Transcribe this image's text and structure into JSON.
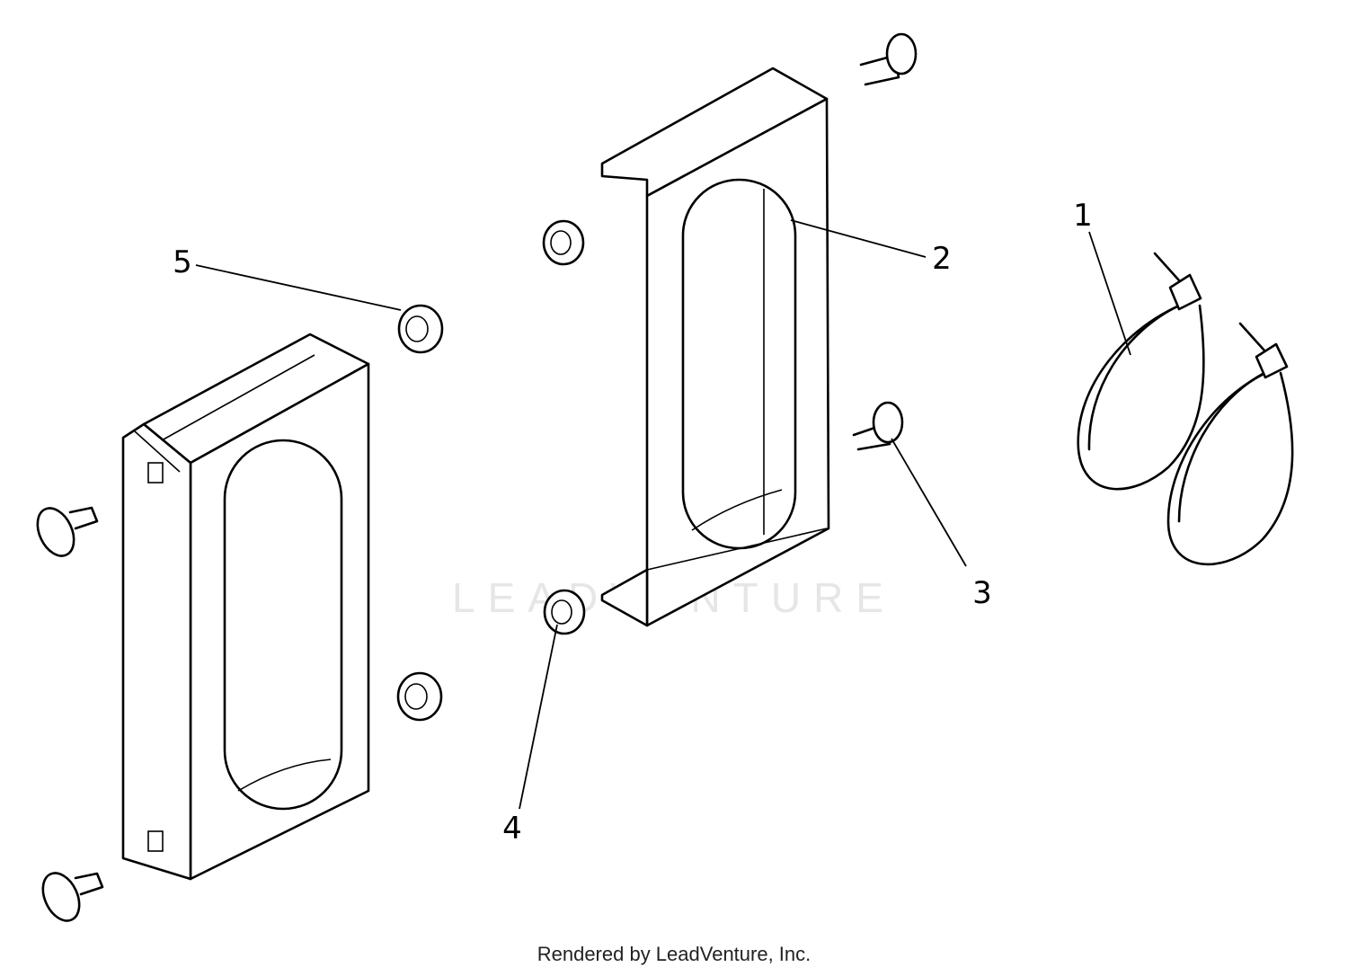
{
  "callouts": [
    {
      "id": "1",
      "label": "1"
    },
    {
      "id": "2",
      "label": "2"
    },
    {
      "id": "3",
      "label": "3"
    },
    {
      "id": "4",
      "label": "4"
    },
    {
      "id": "5",
      "label": "5"
    }
  ],
  "watermark": "LEADVENTURE",
  "footer": "Rendered by LeadVenture, Inc."
}
